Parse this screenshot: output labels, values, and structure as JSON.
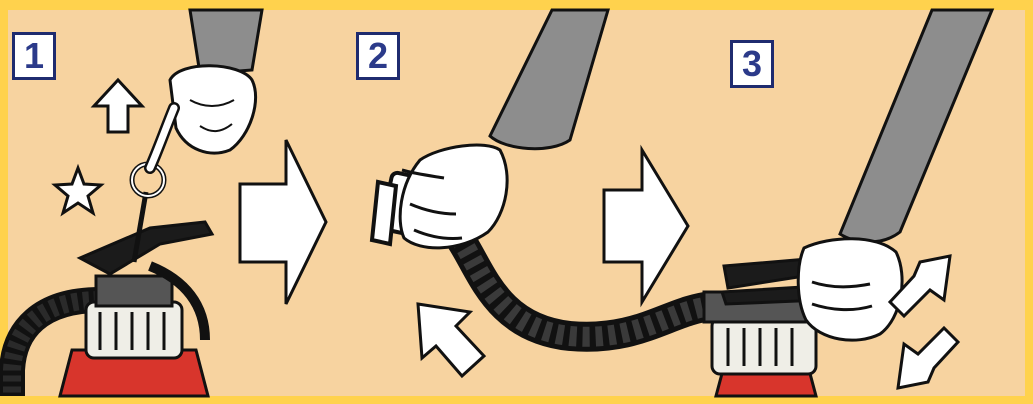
{
  "colors": {
    "border": "#ffd24d",
    "background": "#f7d3a0",
    "sleeve": "#8d8d8d",
    "glove": "#ffffff",
    "outline": "#111111",
    "cylinder": "#d8352c",
    "nut": "#efeee7",
    "badge_text": "#2b3a8a"
  },
  "steps": [
    {
      "number": "1",
      "action": "pull-pin"
    },
    {
      "number": "2",
      "action": "aim-hose"
    },
    {
      "number": "3",
      "action": "squeeze-lever"
    }
  ]
}
